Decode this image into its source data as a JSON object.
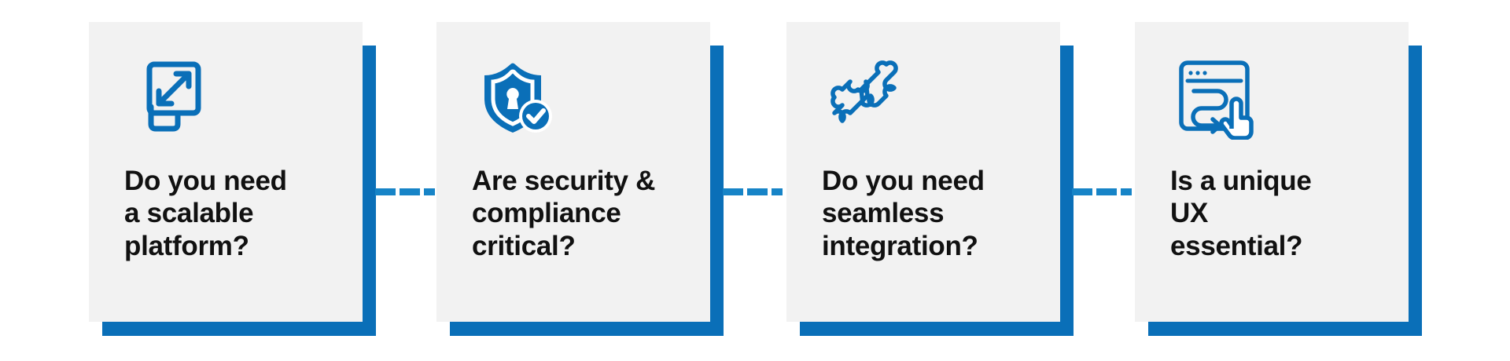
{
  "colors": {
    "accent_blue": "#0A6FB8",
    "dash_blue": "#1784C7",
    "card_background": "#F2F2F2",
    "page_background": "#FFFFFF",
    "text": "#111111"
  },
  "cards": [
    {
      "icon": "expand-scale-icon",
      "title": "Do you need\na scalable\nplatform?"
    },
    {
      "icon": "shield-lock-check-icon",
      "title": "Are security &\ncompliance\ncritical?"
    },
    {
      "icon": "puzzle-pieces-icon",
      "title": "Do you need\nseamless\nintegration?"
    },
    {
      "icon": "browser-ux-cursor-icon",
      "title": "Is a unique\nUX\nessential?"
    }
  ],
  "connectors": [
    {
      "style": "dashed",
      "dashes": 3
    },
    {
      "style": "dashed",
      "dashes": 3
    },
    {
      "style": "dashed",
      "dashes": 3
    }
  ]
}
